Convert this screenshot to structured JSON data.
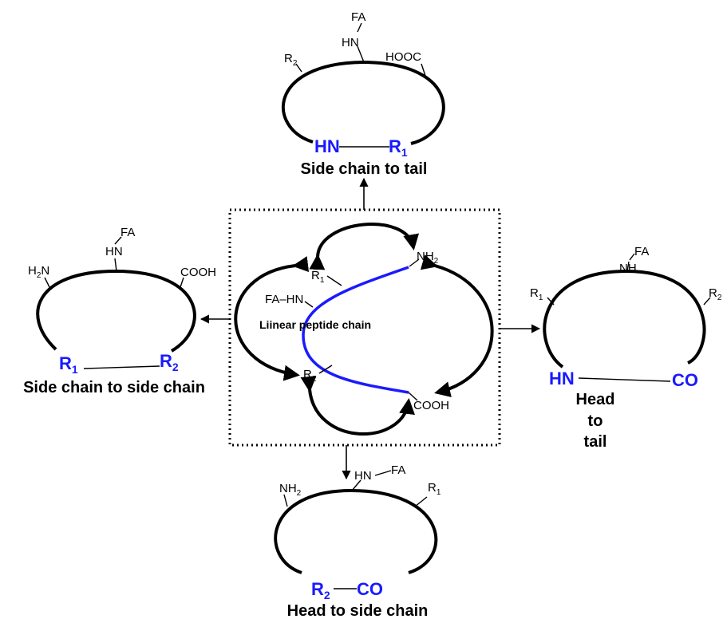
{
  "center": {
    "title": "Liinear peptide chain",
    "nh2": "NH",
    "nh2_sub": "2",
    "r1": "R",
    "r1_sub": "1",
    "fa_hn": "FA–HN",
    "r2": "R",
    "r2_sub": "2",
    "cooh": "COOH",
    "chain_color": "#1a1aff"
  },
  "top": {
    "fa": "FA",
    "hn": "HN",
    "hooc": "HOOC",
    "r2": "R",
    "r2_sub": "2",
    "hn_link": "HN",
    "r1_link": "R",
    "r1_link_sub": "1",
    "caption": "Side chain to tail"
  },
  "left": {
    "fa": "FA",
    "hn": "HN",
    "h2n": "H",
    "h2n_sub": "2",
    "h2n_tail": "N",
    "cooh": "COOH",
    "r1": "R",
    "r1_sub": "1",
    "r2": "R",
    "r2_sub": "2",
    "caption": "Side chain to side chain"
  },
  "right": {
    "fa": "FA",
    "nh": "NH",
    "r1": "R",
    "r1_sub": "1",
    "r2": "R",
    "r2_sub": "2",
    "hn_link": "HN",
    "co_link": "CO",
    "caption_1": "Head",
    "caption_2": "to",
    "caption_3": "tail"
  },
  "bottom": {
    "hn_fa": "HN",
    "fa": "FA",
    "nh2": "NH",
    "nh2_sub": "2",
    "r1": "R",
    "r1_sub": "1",
    "r2_link": "R",
    "r2_link_sub": "2",
    "co_link": "CO",
    "caption": "Head to side chain"
  }
}
